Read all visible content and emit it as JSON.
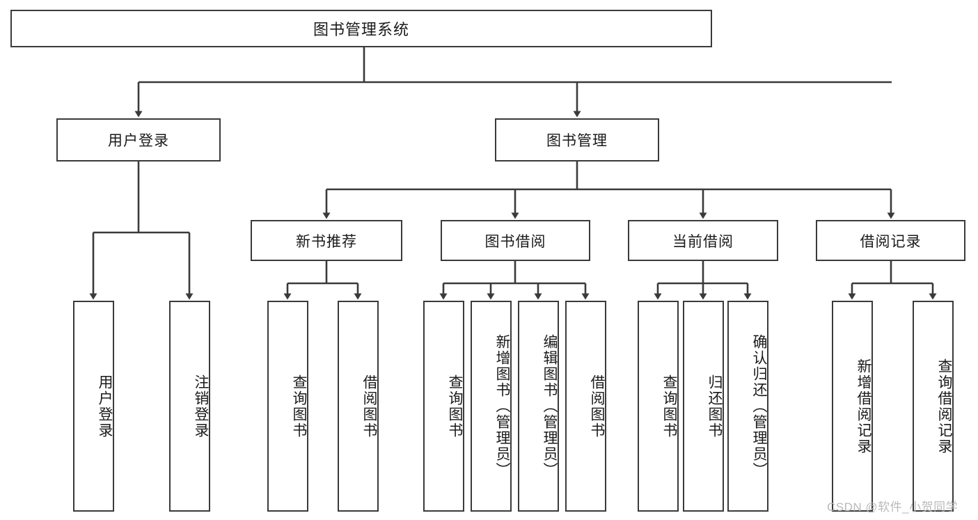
{
  "diagram": {
    "title": "图书管理系统",
    "type": "hierarchy-tree",
    "root": {
      "label": "图书管理系统"
    },
    "level1": [
      {
        "label": "用户登录"
      },
      {
        "label": "图书管理"
      }
    ],
    "level2": [
      {
        "label": "新书推荐"
      },
      {
        "label": "图书借阅"
      },
      {
        "label": "当前借阅"
      },
      {
        "label": "借阅记录"
      }
    ],
    "leaves": {
      "user_login": [
        {
          "label": "用户登录"
        },
        {
          "label": "注销登录"
        }
      ],
      "new_book_recommend": [
        {
          "label": "查询图书"
        },
        {
          "label": "借阅图书"
        }
      ],
      "book_borrow": [
        {
          "label": "查询图书"
        },
        {
          "label": "新增图书（管理员）"
        },
        {
          "label": "编辑图书（管理员）"
        },
        {
          "label": "借阅图书"
        }
      ],
      "current_borrow": [
        {
          "label": "查询图书"
        },
        {
          "label": "归还图书"
        },
        {
          "label": "确认归还（管理员）"
        }
      ],
      "borrow_record": [
        {
          "label": "新增借阅记录"
        },
        {
          "label": "查询借阅记录"
        }
      ]
    }
  },
  "watermark": {
    "text": "CSDN @软件_小贺同学"
  },
  "colors": {
    "border": "#3a3a3a",
    "background": "#ffffff",
    "text": "#1a1a1a",
    "watermark": "#b9b9b9"
  }
}
